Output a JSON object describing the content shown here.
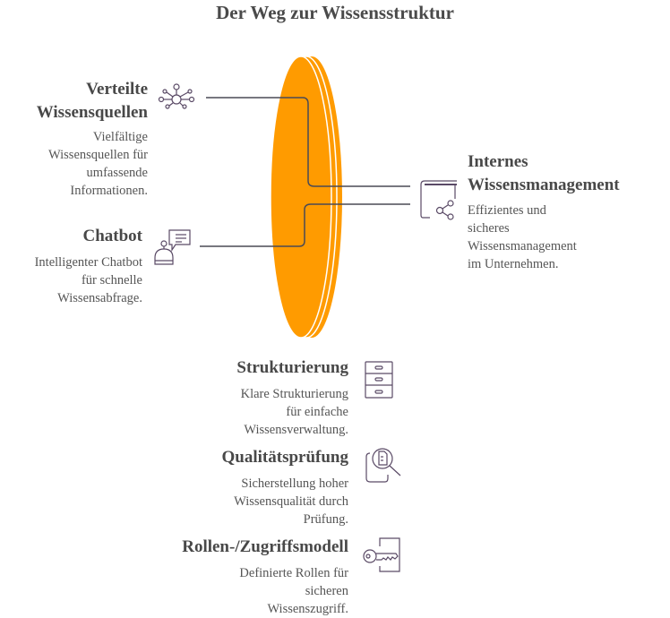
{
  "title": "Der Weg zur Wissensstruktur",
  "colors": {
    "disc": "#FF9B00",
    "line": "#4a4a55",
    "icon": "#5a4a66"
  },
  "items": [
    {
      "heading": "Verteilte Wissensquellen",
      "heading_lines": [
        "Verteilte",
        "Wissensquellen"
      ],
      "desc_lines": [
        "Vielfältige",
        "Wissensquellen für",
        "umfassende",
        "Informationen."
      ],
      "icon": "network-icon"
    },
    {
      "heading": "Chatbot",
      "desc_lines": [
        "Intelligenter Chatbot",
        "für schnelle",
        "Wissensabfrage."
      ],
      "icon": "chatbot-icon"
    },
    {
      "heading": "Internes Wissensmanagement",
      "heading_lines": [
        "Internes",
        "Wissensmanagement"
      ],
      "desc_lines": [
        "Effizientes und",
        "sicheres",
        "Wissensmanagement",
        "im Unternehmen."
      ],
      "icon": "book-share-icon"
    },
    {
      "heading": "Strukturierung",
      "desc_lines": [
        "Klare Strukturierung",
        "für einfache",
        "Wissensverwaltung."
      ],
      "icon": "cabinet-icon"
    },
    {
      "heading": "Qualitätsprüfung",
      "desc_lines": [
        "Sicherstellung hoher",
        "Wissensqualität durch",
        "Prüfung."
      ],
      "icon": "document-search-icon"
    },
    {
      "heading": "Rollen-/Zugriffsmodell",
      "desc_lines": [
        "Definierte Rollen für",
        "sicheren",
        "Wissenszugriff."
      ],
      "icon": "key-icon"
    }
  ]
}
